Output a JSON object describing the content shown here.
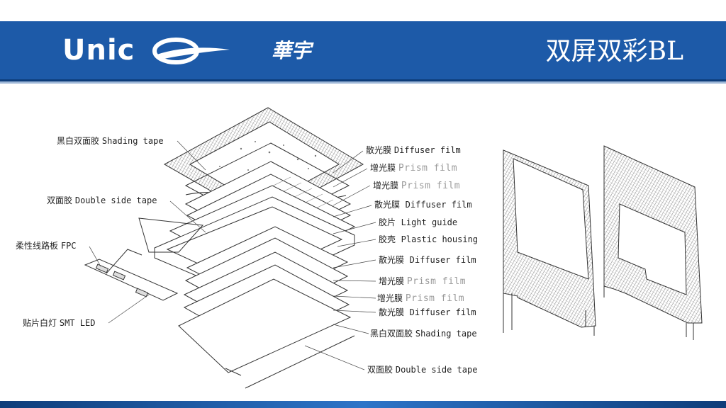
{
  "header": {
    "logo_text": "Unic",
    "logo_cn": "華宇",
    "title": "双屏双彩BL"
  },
  "labels": {
    "shading_tape_top_cn": "黑白双面胶",
    "shading_tape_top_en": "Shading tape",
    "double_side_tape_left_cn": "双面胶",
    "double_side_tape_left_en": "Double side tape",
    "fpc_cn": "柔性线路板",
    "fpc_en": "FPC",
    "smt_led_cn": "贴片白灯",
    "smt_led_en": "SMT LED",
    "diffuser1_cn": "散光膜",
    "diffuser1_en": "Diffuser film",
    "prism1_cn": "增光膜",
    "prism1_en": "Prism film",
    "prism2_cn": "增光膜",
    "prism2_en": "Prism film",
    "diffuser2_cn": "散光膜",
    "diffuser2_en": "Diffuser film",
    "light_guide_cn": "胶片",
    "light_guide_en": "Light guide",
    "plastic_housing_cn": "胶壳",
    "plastic_housing_en": "Plastic housing",
    "diffuser3_cn": "散光膜",
    "diffuser3_en": "Diffuser film",
    "prism3_cn": "增光膜",
    "prism3_en": "Prism film",
    "prism4_cn": "增光膜",
    "prism4_en": "Prism film",
    "diffuser4_cn": "散光膜",
    "diffuser4_en": "Diffuser film",
    "shading_tape_bottom_cn": "黑白双面胶",
    "shading_tape_bottom_en": "Shading tape",
    "double_side_tape_bottom_cn": "双面胶",
    "double_side_tape_bottom_en": "Double side tape"
  }
}
